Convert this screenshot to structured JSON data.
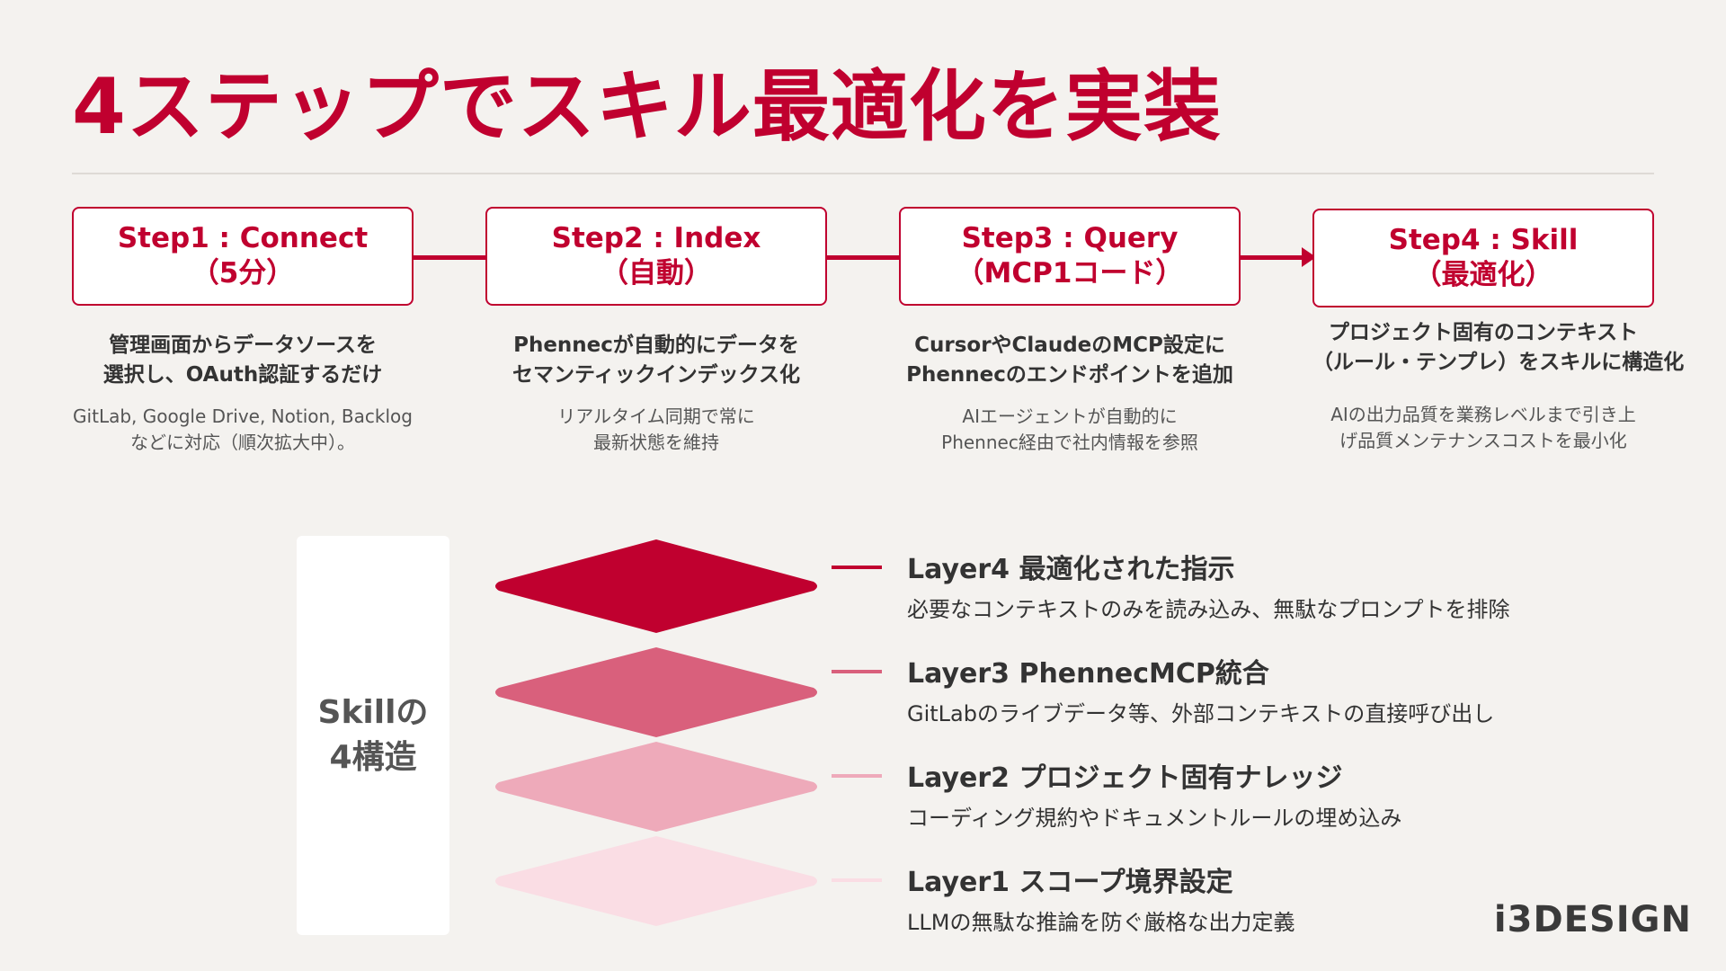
{
  "title": "4ステップでスキル最適化を実装",
  "steps": [
    {
      "name": "Step1 : Connect",
      "sub": "（5分）",
      "desc_line1": "管理画面からデータソースを",
      "desc_line2": "選択し、OAuth認証するだけ",
      "note_line1": "GitLab, Google Drive, Notion, Backlog",
      "note_line2": "などに対応（順次拡大中）。"
    },
    {
      "name": "Step2 : Index",
      "sub": "（自動）",
      "desc_line1": "Phennecが自動的にデータを",
      "desc_line2": "セマンティックインデックス化",
      "note_line1": "リアルタイム同期で常に",
      "note_line2": "最新状態を維持"
    },
    {
      "name": "Step3 : Query",
      "sub": "（MCP1コード）",
      "desc_line1": "CursorやClaudeのMCP設定に",
      "desc_line2": "Phennecのエンドポイントを追加",
      "note_line1": "AIエージェントが自動的に",
      "note_line2": "Phennec経由で社内情報を参照"
    },
    {
      "name": "Step4 : Skill",
      "sub": "（最適化）",
      "desc_line1": "プロジェクト固有のコンテキスト",
      "desc_line2": "（ルール・テンプレ）をスキルに構造化",
      "note_line1": "AIの出力品質を業務レベルまで引き上",
      "note_line2": "げ品質メンテナンスコストを最小化"
    }
  ],
  "skill_label": {
    "line1": "Skillの",
    "line2": "4構造"
  },
  "layers": [
    {
      "title": "Layer4 最適化された指示",
      "desc": "必要なコンテキストのみを読み込み、無駄なプロンプトを排除",
      "color": "#c0002f"
    },
    {
      "title": "Layer3 PhennecMCP統合",
      "desc": "GitLabのライブデータ等、外部コンテキストの直接呼び出し",
      "color": "#d9607c"
    },
    {
      "title": "Layer2 プロジェクト固有ナレッジ",
      "desc": "コーディング規約やドキュメントルールの埋め込み",
      "color": "#eeaaba"
    },
    {
      "title": "Layer1 スコープ境界設定",
      "desc": "LLMの無駄な推論を防ぐ厳格な出力定義",
      "color": "#fadde4"
    }
  ],
  "logo": "i3DESIGN",
  "colors": {
    "accent": "#c0002f",
    "background": "#f4f2ef"
  }
}
